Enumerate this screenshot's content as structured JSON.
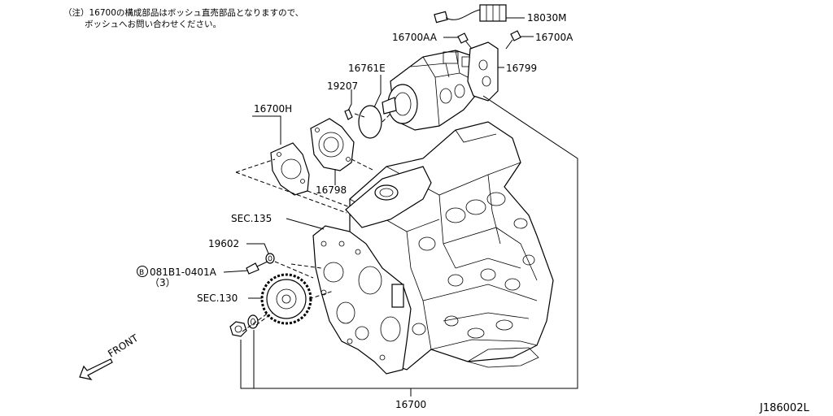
{
  "note": {
    "line1": "（注）16700の構成部品はボッシュ直売部品となりますので、",
    "line2": "ボッシュへお問い合わせください。"
  },
  "labels": {
    "p18030M": "18030M",
    "p16700AA": "16700AA",
    "p16700A": "16700A",
    "p16799": "16799",
    "p16761E": "16761E",
    "p19207": "19207",
    "p16700H": "16700H",
    "p16798": "16798",
    "sec135": "SEC.135",
    "p19602": "19602",
    "bolt_circle": "B",
    "bolt": "081B1-0401A",
    "bolt_qty": "（3）",
    "sec130": "SEC.130",
    "front": "FRONT",
    "p16700": "16700",
    "diagram_id": "J186002L"
  }
}
